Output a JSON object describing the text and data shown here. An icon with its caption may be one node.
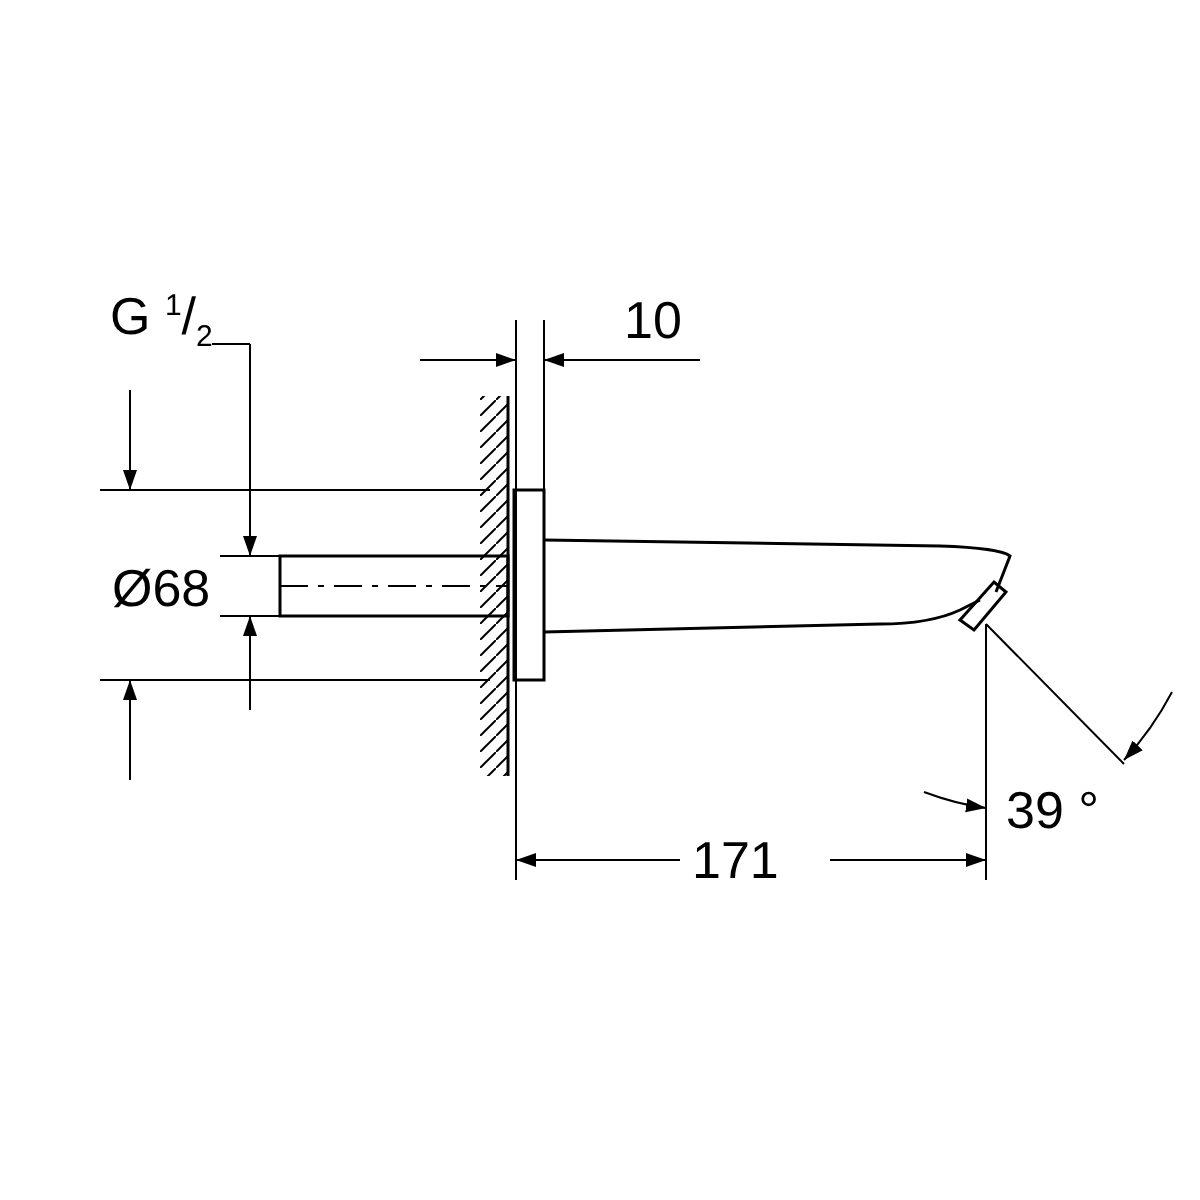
{
  "diagram": {
    "labels": [
      "G $^{1}$/$_{2}$",
      "10",
      "Ø68",
      "171",
      "39 °"
    ]
  }
}
